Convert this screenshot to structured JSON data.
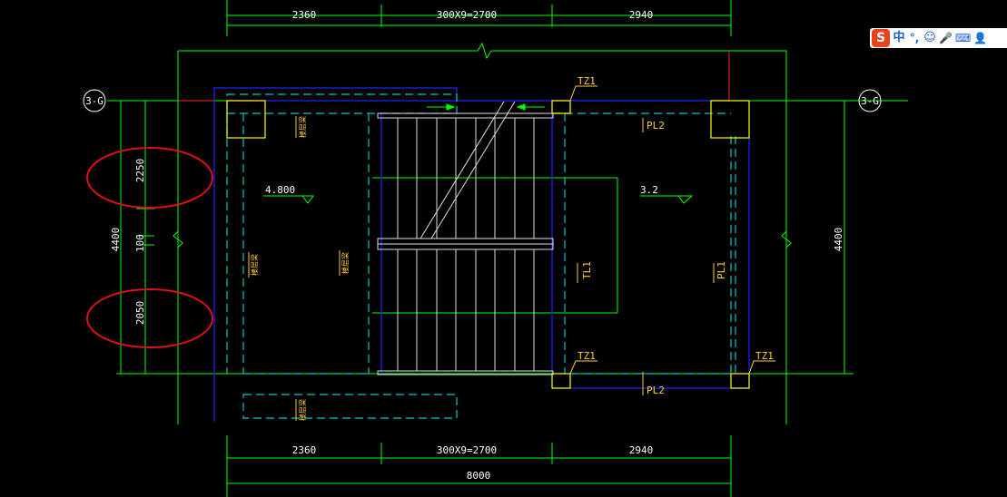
{
  "drawing": {
    "grid_label_left": "3-G",
    "grid_label_right": "3-G",
    "dims_top": [
      "2360",
      "300X9=2700",
      "2940"
    ],
    "dims_bottom": [
      "2360",
      "300X9=2700",
      "2940"
    ],
    "dim_overall_bottom": "8000",
    "dims_left": [
      "2250",
      "100",
      "2050"
    ],
    "dim_left_total": "4400",
    "dim_right_total": "4400",
    "level_left": "4.800",
    "level_right": "3.2",
    "labels": {
      "tz1_top": "TZ1",
      "tz1_bottom_left": "TZ1",
      "tz1_bottom_right": "TZ1",
      "pl2_top": "PL2",
      "pl2_bottom": "PL2",
      "tl1": "TL1",
      "pl1": "PL1",
      "beam_top": "楼层梁",
      "beam_left_a": "楼层梁",
      "beam_left_b": "楼层梁",
      "beam_bottom": "楼层梁"
    },
    "colors": {
      "background": "#000000",
      "grid_line": "#00ff00",
      "wall": "#0000ff",
      "beam": "#00c8c8",
      "text": "#ffffff",
      "label": "#ffcc33",
      "column": "#ffff00",
      "axis": "#ff0000",
      "markup": "#dd1111"
    }
  },
  "ime": {
    "logo": "S",
    "items": [
      "中",
      "°,",
      "☺",
      "🎤",
      "⌨",
      "👤"
    ]
  }
}
